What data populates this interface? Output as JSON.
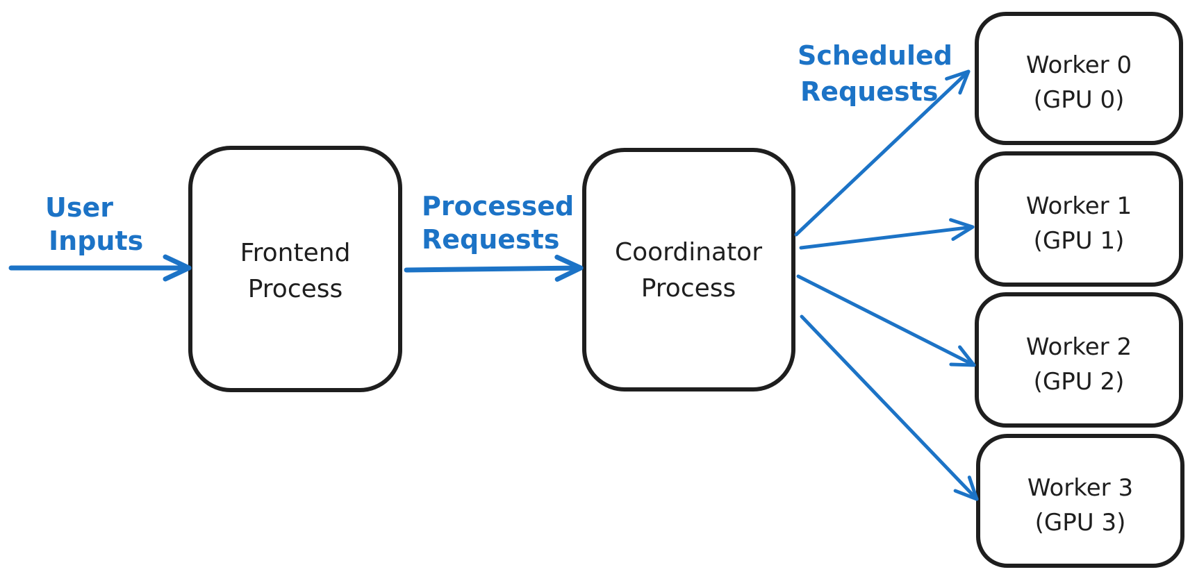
{
  "diagram": {
    "background": "#ffffff",
    "stroke_color": "#1e1e1e",
    "accent_color": "#1c73c6",
    "nodes": {
      "frontend": {
        "line1": "Frontend",
        "line2": "Process"
      },
      "coordinator": {
        "line1": "Coordinator",
        "line2": "Process"
      },
      "worker0": {
        "line1": "Worker 0",
        "line2": "(GPU 0)"
      },
      "worker1": {
        "line1": "Worker 1",
        "line2": "(GPU 1)"
      },
      "worker2": {
        "line1": "Worker 2",
        "line2": "(GPU 2)"
      },
      "worker3": {
        "line1": "Worker 3",
        "line2": "(GPU 3)"
      }
    },
    "edge_labels": {
      "user_inputs": {
        "line1": "User",
        "line2": "Inputs"
      },
      "processed_requests": {
        "line1": "Processed",
        "line2": "Requests"
      },
      "scheduled_requests": {
        "line1": "Scheduled",
        "line2": "Requests"
      }
    },
    "edges": [
      {
        "from": "external",
        "to": "Frontend Process",
        "label": "User Inputs"
      },
      {
        "from": "Frontend Process",
        "to": "Coordinator Process",
        "label": "Processed Requests"
      },
      {
        "from": "Coordinator Process",
        "to": "Worker 0 (GPU 0)",
        "label": "Scheduled Requests"
      },
      {
        "from": "Coordinator Process",
        "to": "Worker 1 (GPU 1)",
        "label": "Scheduled Requests"
      },
      {
        "from": "Coordinator Process",
        "to": "Worker 2 (GPU 2)",
        "label": "Scheduled Requests"
      },
      {
        "from": "Coordinator Process",
        "to": "Worker 3 (GPU 3)",
        "label": "Scheduled Requests"
      }
    ]
  }
}
